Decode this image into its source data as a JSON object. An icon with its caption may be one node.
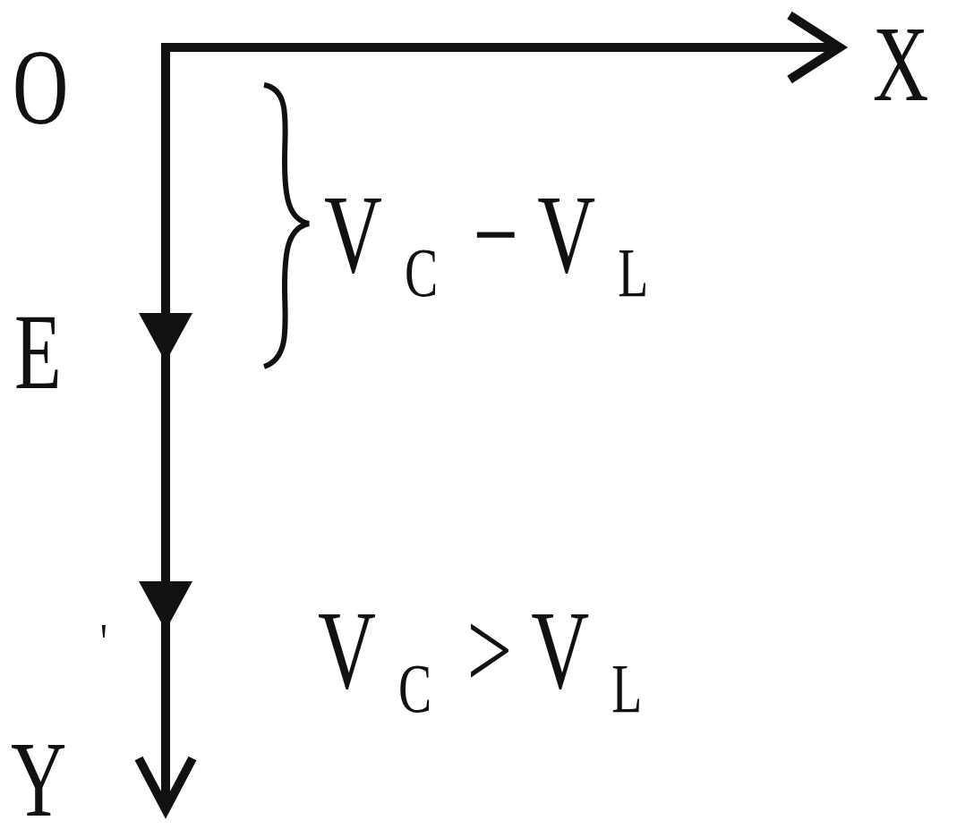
{
  "diagram": {
    "labels": [
      "O",
      "X",
      "V$_{C}$ − V$_{L}$",
      "E",
      "V$_{C}$ > V$_{L}$",
      "'",
      "Y"
    ]
  }
}
